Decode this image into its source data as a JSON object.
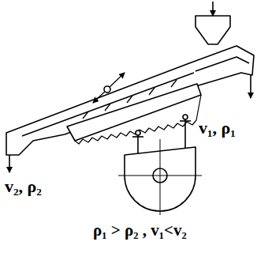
{
  "diagram": {
    "labels": [
      "v₁, ρ₁",
      "v₂, ρ₂",
      "ρ₁ > ρ₂ ,  v₁<v₂"
    ]
  }
}
